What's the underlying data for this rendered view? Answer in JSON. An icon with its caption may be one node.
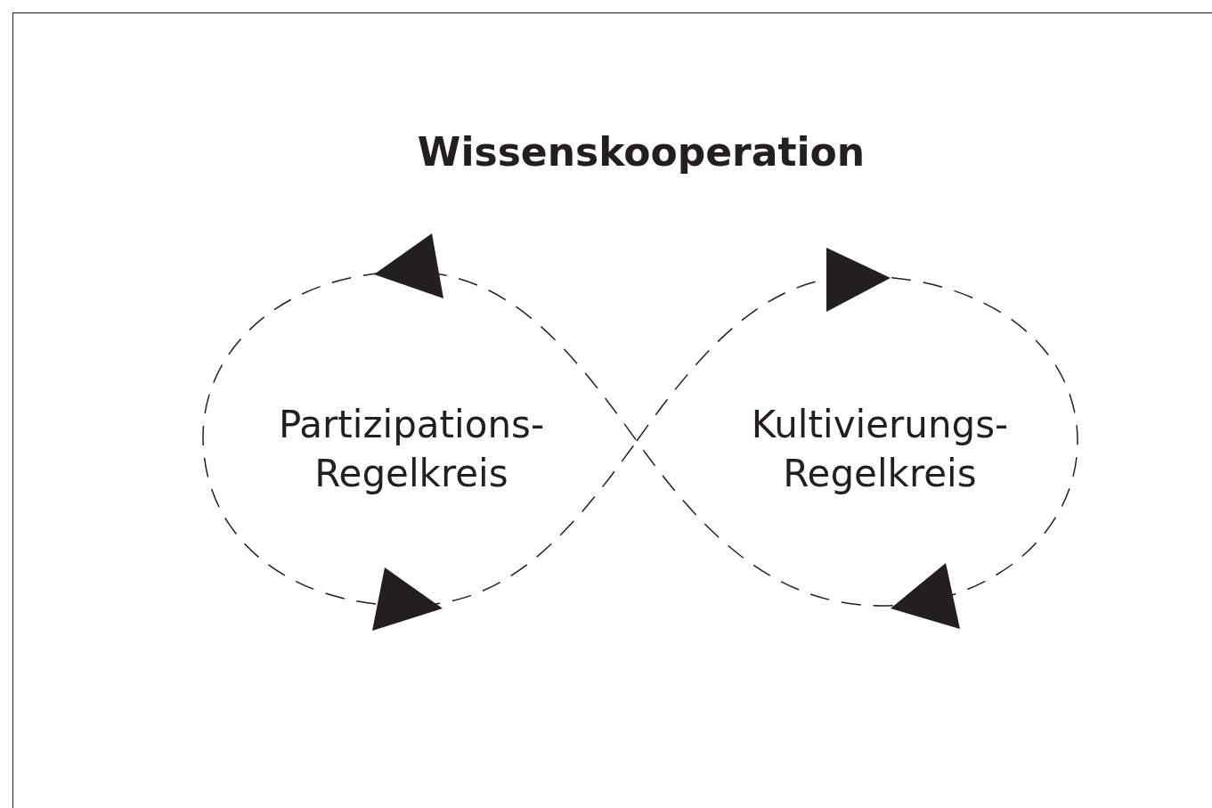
{
  "diagram": {
    "title": "Wissenskooperation",
    "labels": [
      "Partizipations- Regelkreis",
      "Kultivierungs- Regelkreis"
    ]
  }
}
